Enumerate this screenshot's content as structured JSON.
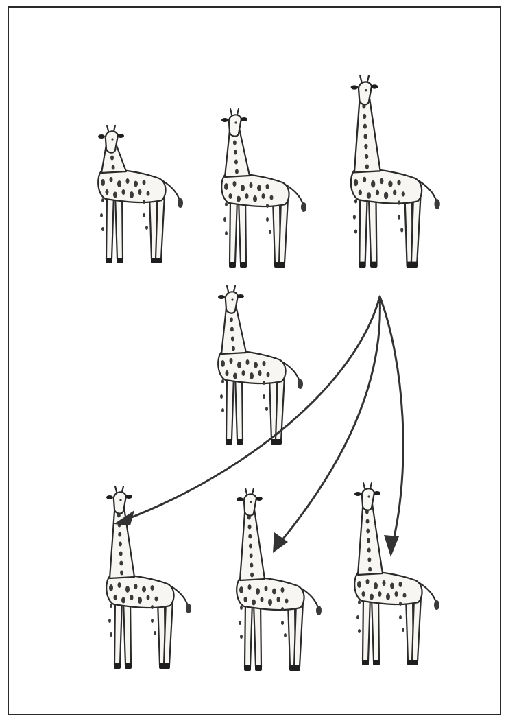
{
  "figure": {
    "frame_color": "#2a2a2a",
    "background": "#ffffff",
    "ink_color": "#2a2a2a",
    "rows": [
      {
        "name": "top-row",
        "giraffes": [
          {
            "id": "giraffe-top-1",
            "neck": "short"
          },
          {
            "id": "giraffe-top-2",
            "neck": "medium"
          },
          {
            "id": "giraffe-top-3",
            "neck": "long"
          }
        ]
      },
      {
        "name": "middle-row",
        "giraffes": [
          {
            "id": "giraffe-parent",
            "neck": "medium"
          }
        ]
      },
      {
        "name": "bottom-row",
        "giraffes": [
          {
            "id": "giraffe-offspring-1",
            "neck": "long"
          },
          {
            "id": "giraffe-offspring-2",
            "neck": "long"
          },
          {
            "id": "giraffe-offspring-3",
            "neck": "long"
          }
        ]
      }
    ],
    "arrows": [
      {
        "from": "giraffe-top-3",
        "to": "giraffe-offspring-1"
      },
      {
        "from": "giraffe-top-3",
        "to": "giraffe-offspring-2"
      },
      {
        "from": "giraffe-top-3",
        "to": "giraffe-offspring-3"
      }
    ]
  }
}
